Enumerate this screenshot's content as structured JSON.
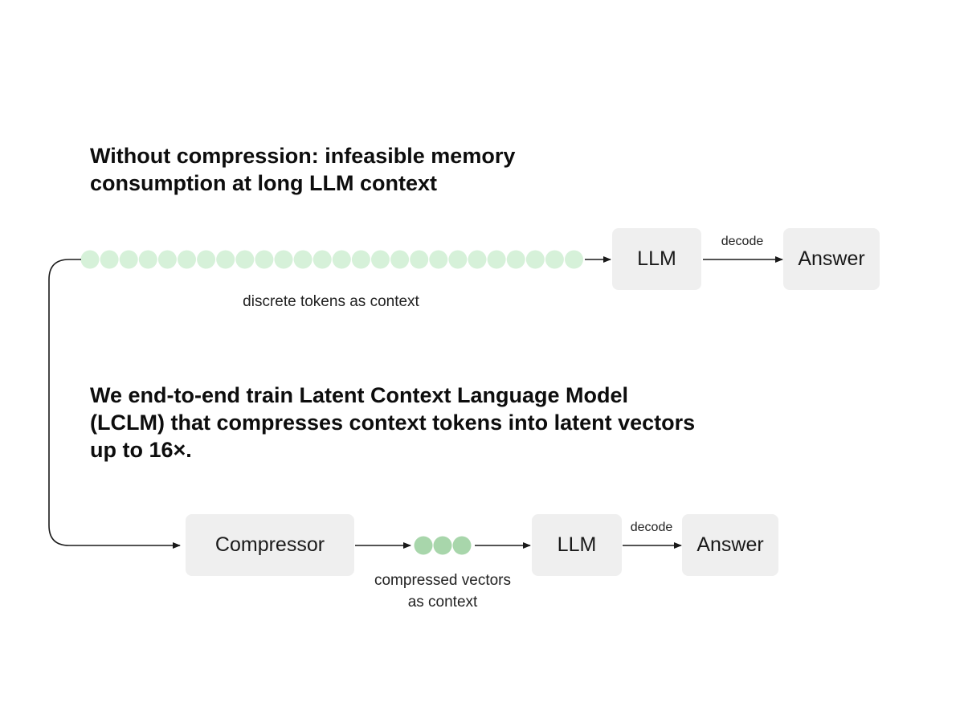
{
  "top_section": {
    "heading_lines": [
      "Without compression: infeasible memory",
      "consumption at long LLM context"
    ],
    "token_count": 26,
    "token_color": "#d6f1d9",
    "tokens_caption": "discrete tokens as context",
    "llm_label": "LLM",
    "decode_label": "decode",
    "answer_label": "Answer"
  },
  "bottom_section": {
    "heading_lines": [
      "We end-to-end train Latent Context Language Model",
      "(LCLM) that compresses context tokens into latent vectors",
      "up to 16×."
    ],
    "compressor_label": "Compressor",
    "vector_count": 3,
    "vector_color": "#a8d6ab",
    "vectors_caption_lines": [
      "compressed vectors",
      "as context"
    ],
    "llm_label": "LLM",
    "decode_label": "decode",
    "answer_label": "Answer"
  },
  "colors": {
    "box_fill": "#efefef",
    "arrow": "#1a1a1a"
  }
}
